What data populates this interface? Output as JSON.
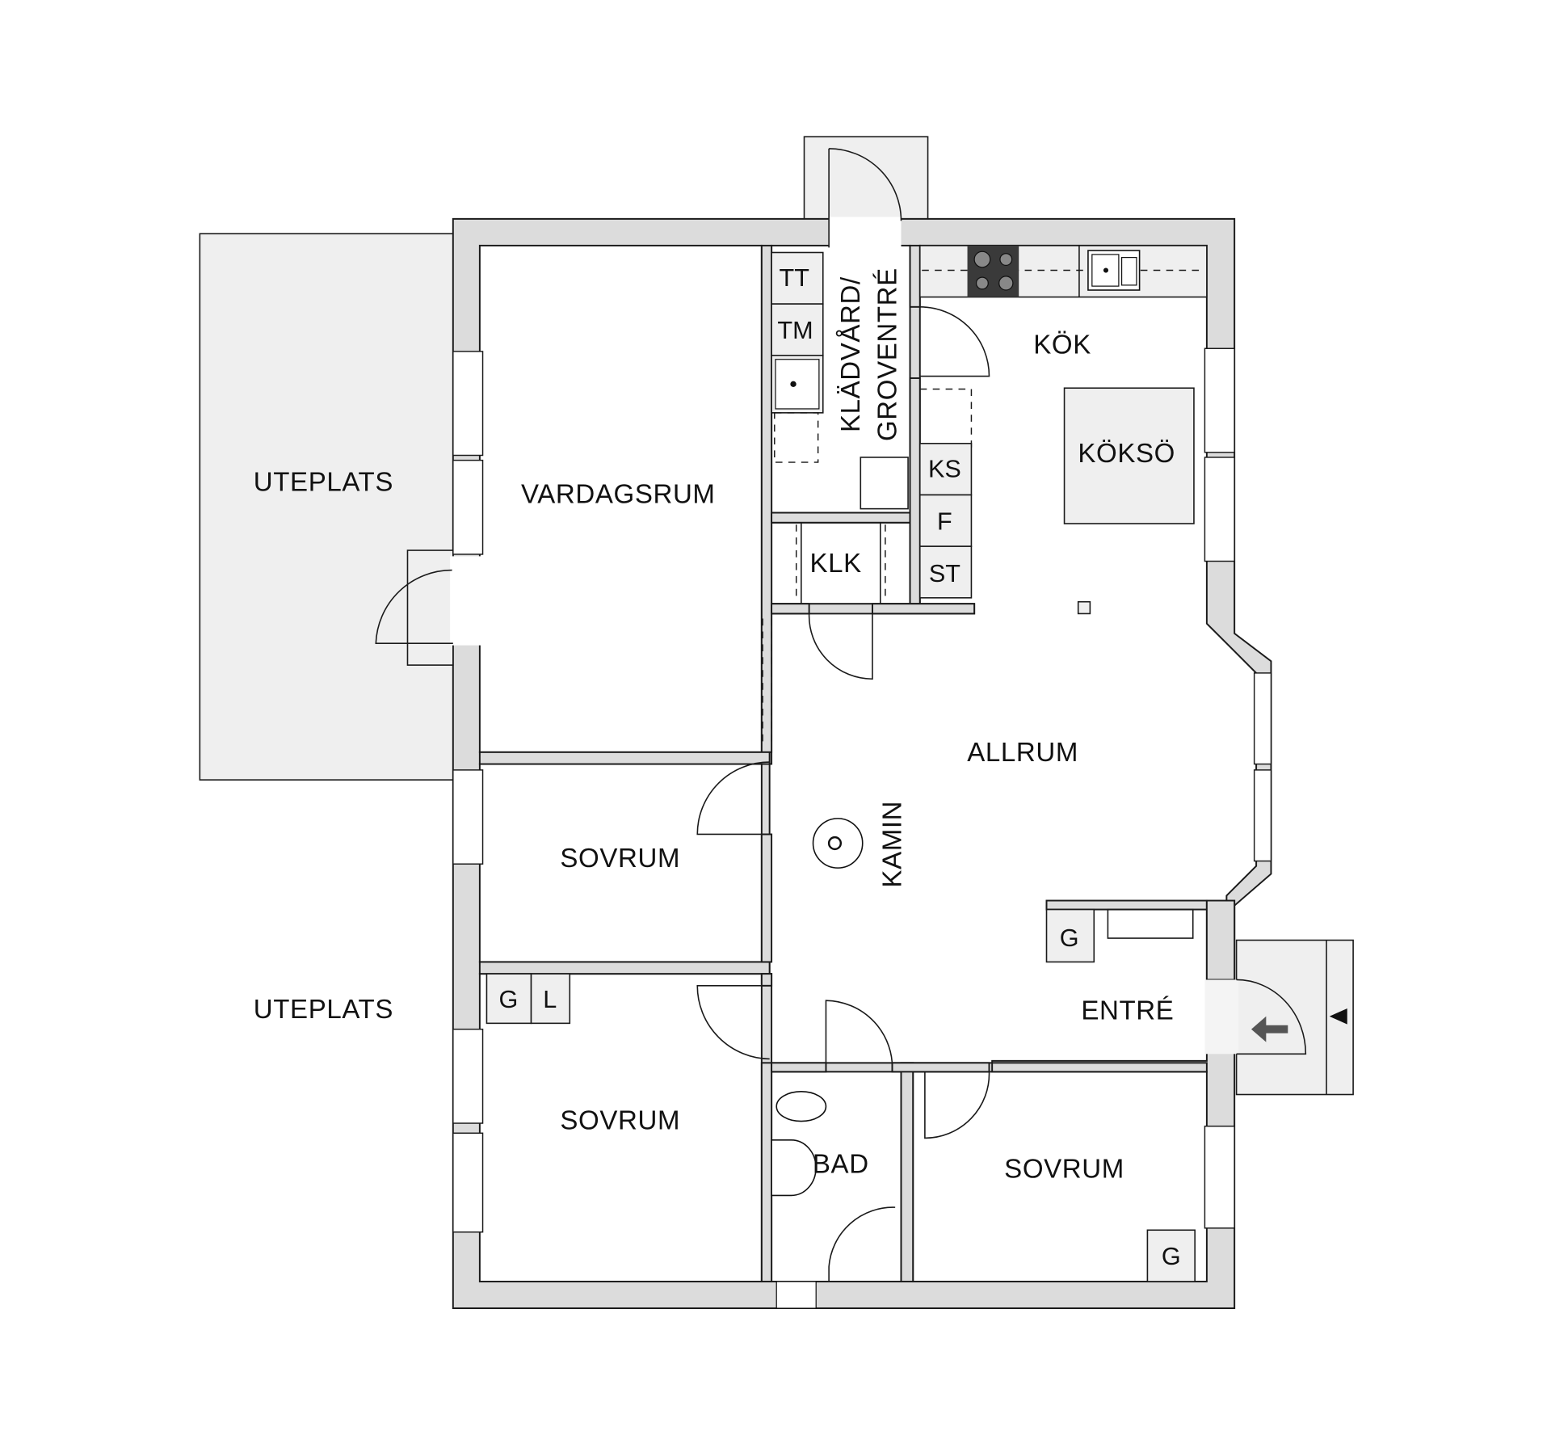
{
  "plan": {
    "rooms": {
      "uteplats_top": "UTEPLATS",
      "uteplats_bottom": "UTEPLATS",
      "vardagsrum": "VARDAGSRUM",
      "sovrum_1": "SOVRUM",
      "sovrum_2": "SOVRUM",
      "sovrum_3": "SOVRUM",
      "kladvard_line1": "KLÄDVÅRD/",
      "kladvard_line2": "GROVENTRÉ",
      "kok": "KÖK",
      "koksö": "KÖKSÖ",
      "klk": "KLK",
      "allrum": "ALLRUM",
      "kamin": "KAMIN",
      "entre": "ENTRÉ",
      "bad": "BAD"
    },
    "fixtures": {
      "tt": "TT",
      "tm": "TM",
      "ks": "KS",
      "f": "F",
      "st": "ST",
      "g_entre": "G",
      "g_sovrum2": "G",
      "l_sovrum2": "L",
      "g_sovrum3": "G"
    },
    "colors": {
      "wall": "#dcdcdc",
      "terrace": "#efefef",
      "line": "#1a1a1a",
      "stove": "#3a3a3a",
      "arrow": "#555555"
    }
  }
}
